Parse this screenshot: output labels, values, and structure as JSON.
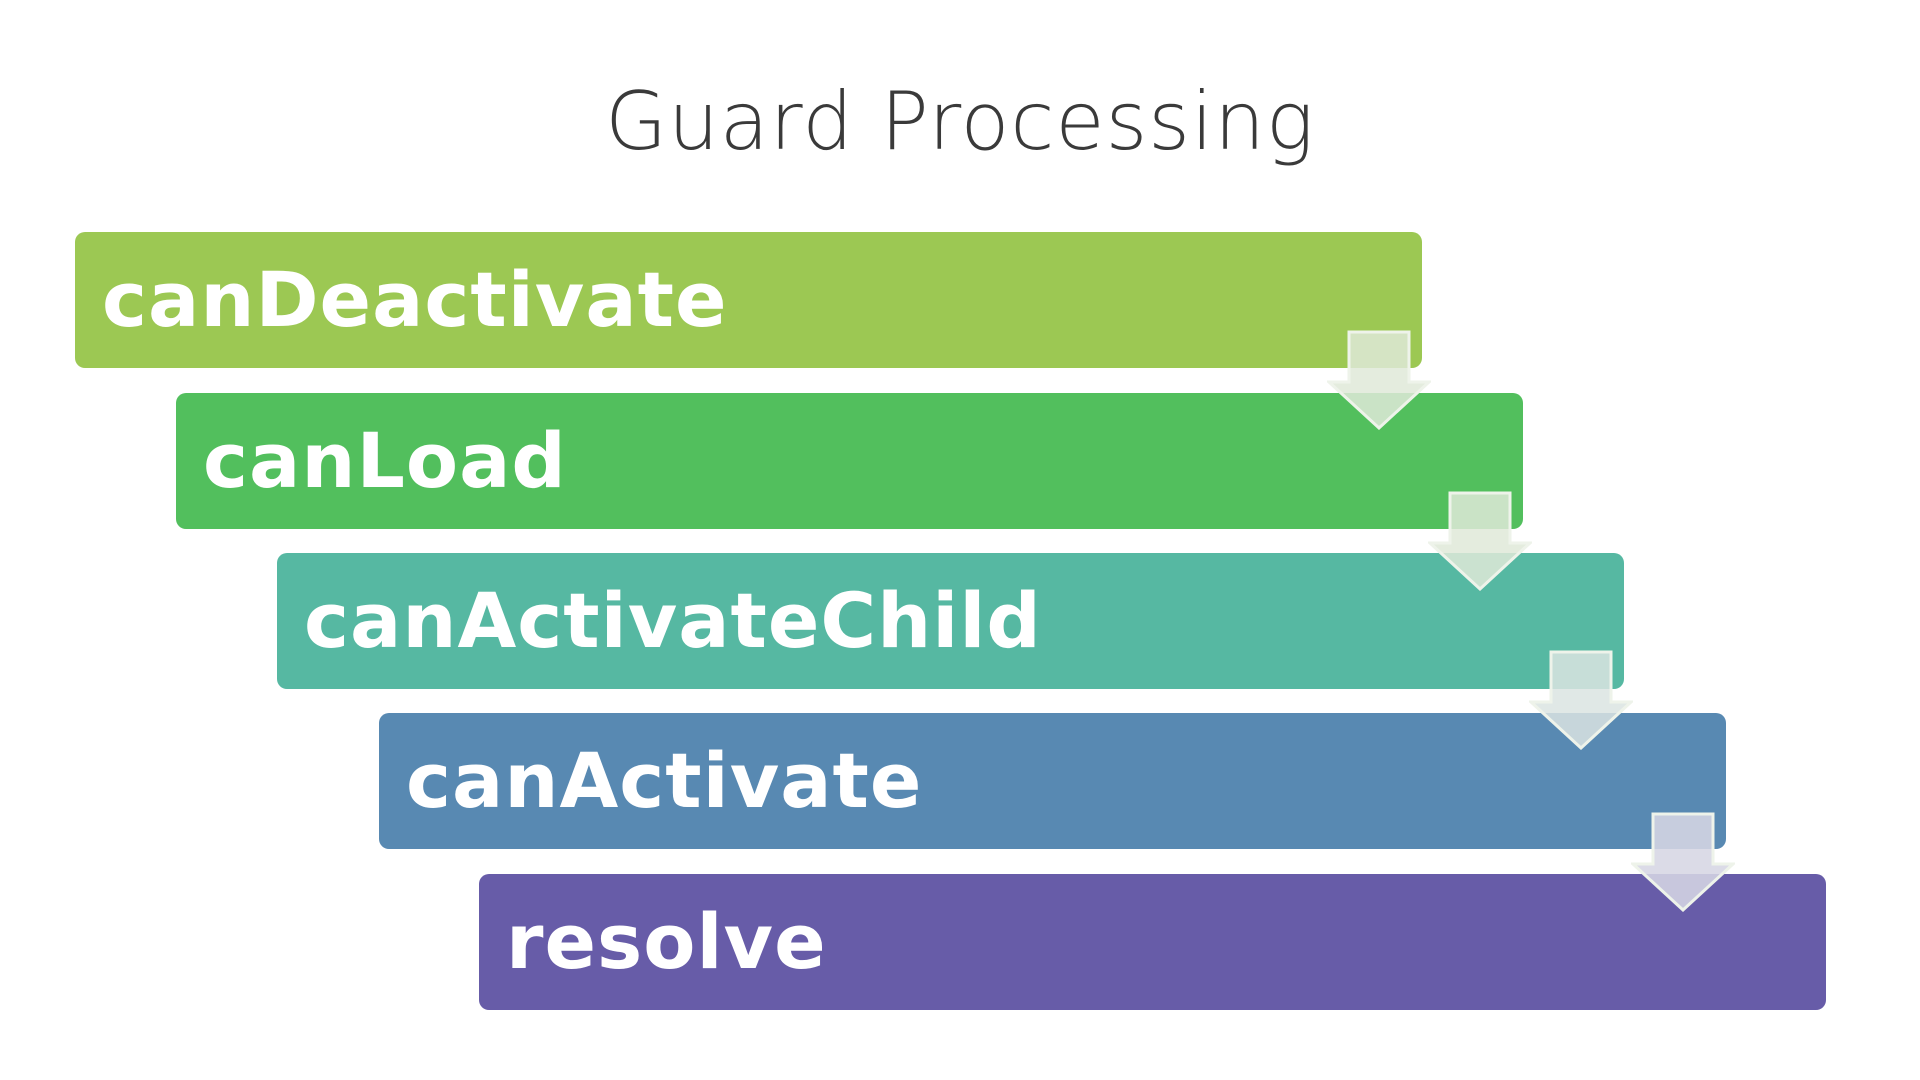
{
  "title": "Guard Processing",
  "steps": [
    {
      "label": "canDeactivate",
      "color": "#9cc853"
    },
    {
      "label": "canLoad",
      "color": "#52bf5d"
    },
    {
      "label": "canActivateChild",
      "color": "#56b8a2"
    },
    {
      "label": "canActivate",
      "color": "#5889b2"
    },
    {
      "label": "resolve",
      "color": "#675ca8"
    }
  ],
  "arrow_icon": "down-arrow-icon",
  "arrow_color": "#dfe9d8"
}
